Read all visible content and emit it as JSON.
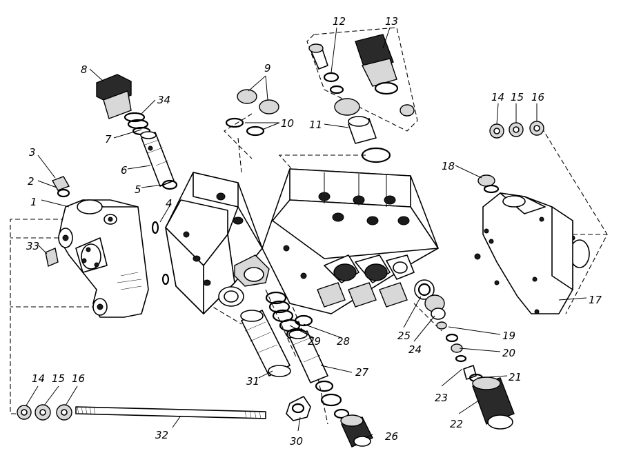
{
  "diagram": {
    "labels": [
      "1",
      "2",
      "3",
      "4",
      "5",
      "6",
      "7",
      "8",
      "9",
      "10",
      "11",
      "12",
      "13",
      "14",
      "15",
      "16",
      "17",
      "18",
      "19",
      "20",
      "21",
      "22",
      "23",
      "24",
      "25",
      "26",
      "27",
      "28",
      "29",
      "30",
      "31",
      "32",
      "33",
      "34"
    ],
    "labels_repeat": [
      "14",
      "15",
      "16"
    ]
  }
}
